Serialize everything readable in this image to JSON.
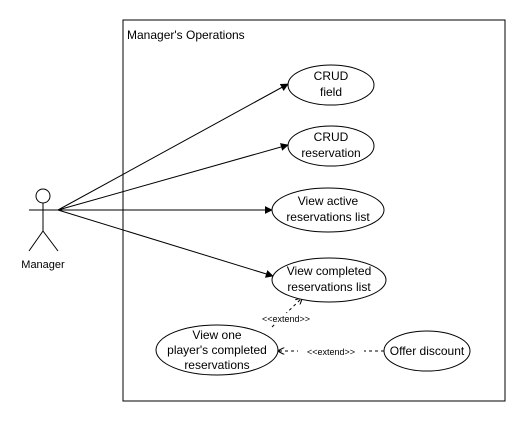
{
  "diagram": {
    "system_boundary": {
      "label": "Manager's Operations"
    },
    "actor": {
      "label": "Manager"
    },
    "use_cases": [
      {
        "id": "crud-field",
        "lines": [
          "CRUD",
          "field"
        ]
      },
      {
        "id": "crud-reservation",
        "lines": [
          "CRUD",
          "reservation"
        ]
      },
      {
        "id": "view-active-reservations",
        "lines": [
          "View active",
          "reservations list"
        ]
      },
      {
        "id": "view-completed-reservations",
        "lines": [
          "View completed",
          "reservations list"
        ]
      },
      {
        "id": "view-player-completed-reservations",
        "lines": [
          "View one",
          "player's completed",
          "reservations"
        ]
      },
      {
        "id": "offer-discount",
        "lines": [
          "Offer discount"
        ]
      }
    ],
    "relationships": [
      {
        "type": "association",
        "from": "actor",
        "to": "crud-field"
      },
      {
        "type": "association",
        "from": "actor",
        "to": "crud-reservation"
      },
      {
        "type": "association",
        "from": "actor",
        "to": "view-active-reservations"
      },
      {
        "type": "association",
        "from": "actor",
        "to": "view-completed-reservations"
      },
      {
        "type": "extend",
        "label": "<<extend>>",
        "from": "view-player-completed-reservations",
        "to": "view-completed-reservations"
      },
      {
        "type": "extend",
        "label": "<<extend>>",
        "from": "offer-discount",
        "to": "view-player-completed-reservations"
      }
    ],
    "colors": {
      "stroke": "#000000",
      "fill": "#ffffff",
      "text": "#000000"
    }
  }
}
